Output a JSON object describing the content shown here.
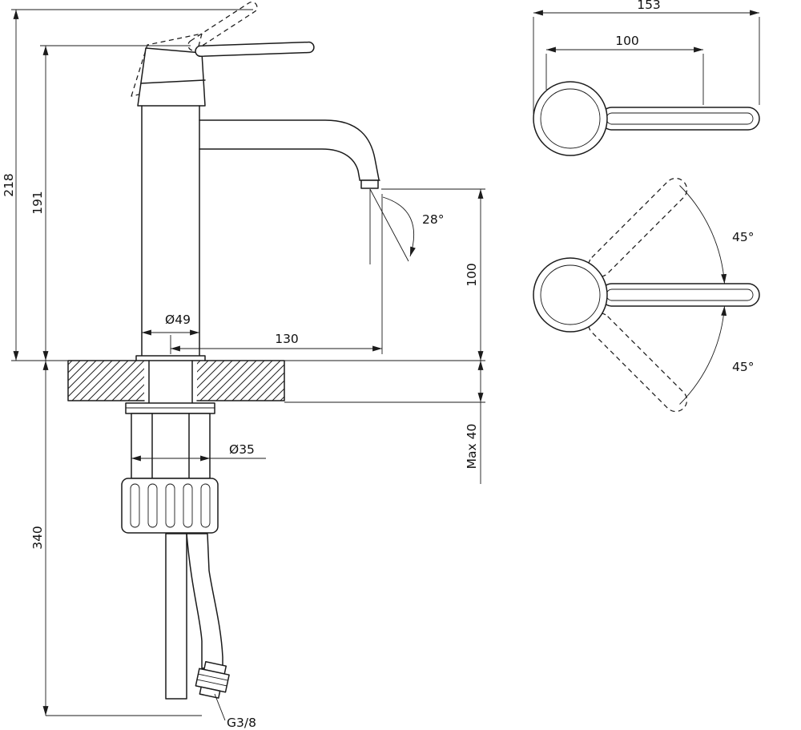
{
  "drawing": {
    "subject": "Single-lever basin faucet technical dimension drawing (side view with mounting parts and two top views of handle)",
    "style": {
      "line_color": "#1b1b1b",
      "background": "#ffffff"
    }
  },
  "side_view": {
    "dim_total_height": "218",
    "dim_body_height": "191",
    "dim_base_diameter": "Ø49",
    "dim_spout_reach": "130",
    "dim_stream_angle": "28°",
    "dim_outlet_height": "100",
    "dim_max_deck_thickness": "Max 40",
    "dim_hole_diameter": "Ø35",
    "dim_hose_length": "340",
    "connection_thread": "G3/8"
  },
  "top_view": {
    "dim_total_length": "153",
    "dim_handle_length": "100",
    "dim_swing_upper": "45°",
    "dim_swing_lower": "45°"
  }
}
